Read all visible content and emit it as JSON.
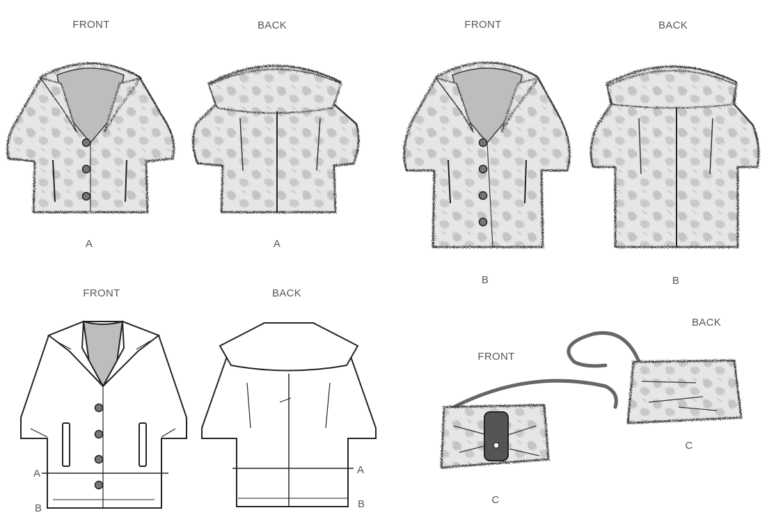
{
  "colors": {
    "fur_fill": "#dcdcdc",
    "fur_outline": "#3a3a3a",
    "line": "#222222",
    "label": "#555555",
    "strap": "#666666",
    "tab": "#555555",
    "lining": "#bdbdbd"
  },
  "views": {
    "a_fur_front": {
      "view_label": "FRONT",
      "variant_label": "A"
    },
    "a_fur_back": {
      "view_label": "BACK",
      "variant_label": "A"
    },
    "b_fur_front": {
      "view_label": "FRONT",
      "variant_label": "B"
    },
    "b_fur_back": {
      "view_label": "BACK",
      "variant_label": "B"
    },
    "line_front": {
      "view_label": "FRONT",
      "length_labels": [
        "A",
        "B"
      ]
    },
    "line_back": {
      "view_label": "BACK",
      "length_labels": [
        "A",
        "B"
      ]
    },
    "bag_front": {
      "view_label": "FRONT",
      "variant_label": "C"
    },
    "bag_back": {
      "view_label": "BACK",
      "variant_label": "C"
    }
  },
  "icons": {
    "button": "round-button-icon",
    "pocket": "welt-pocket-icon"
  }
}
